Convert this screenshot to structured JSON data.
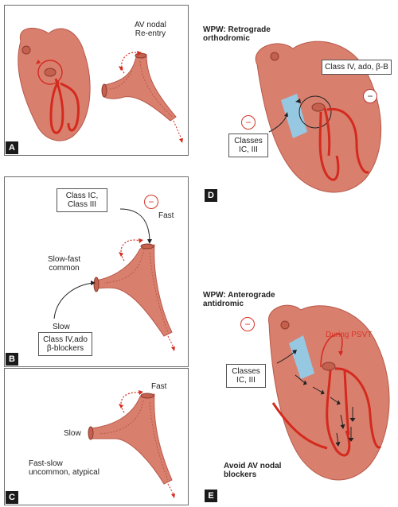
{
  "panels": {
    "a": {
      "letter": "A",
      "title": "AV nodal\nRe-entry"
    },
    "b": {
      "letter": "B",
      "drug_box": "Class IC,\nClass III",
      "fast": "Fast",
      "slow_fast": "Slow-fast\ncommon",
      "slow": "Slow",
      "drug_box2": "Class IV,ado\nβ-blockers",
      "minus": "−"
    },
    "c": {
      "letter": "C",
      "fast": "Fast",
      "slow": "Slow",
      "caption": "Fast-slow\nuncommon, atypical"
    },
    "d": {
      "letter": "D",
      "title": "WPW: Retrograde\northodromic",
      "drug_box": "Class IV, ado, β-B",
      "classes_box": "Classes\nIC, III",
      "minus": "−"
    },
    "e": {
      "letter": "E",
      "title": "WPW: Anterograde\nantidromic",
      "during": "During PSVT",
      "classes_box": "Classes\nIC, III",
      "avoid": "Avoid AV nodal\nblockers",
      "minus": "−"
    }
  },
  "colors": {
    "heart_fill": "#d97f6e",
    "heart_dark": "#c4604e",
    "red_line": "#d42a1e",
    "pathway": "#8fd0ee"
  }
}
